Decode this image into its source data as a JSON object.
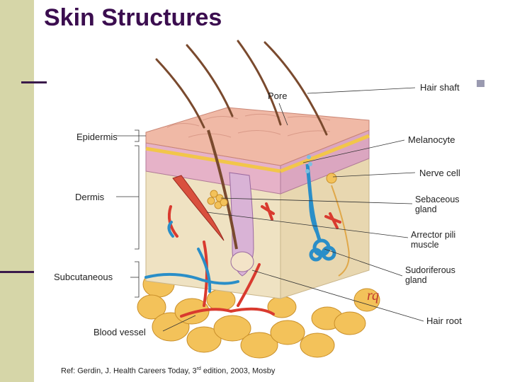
{
  "slide": {
    "title": "Skin Structures"
  },
  "labels_left": {
    "epidermis": "Epidermis",
    "dermis": "Dermis",
    "subcutaneous": "Subcutaneous",
    "blood_vessel": "Blood vessel"
  },
  "labels_right": {
    "pore": "Pore",
    "hair_shaft": "Hair shaft",
    "melanocyte": "Melanocyte",
    "nerve_cell": "Nerve cell",
    "sebaceous_1": "Sebaceous",
    "sebaceous_2": "gland",
    "arrector_1": "Arrector pili",
    "arrector_2": "muscle",
    "sudoriferous_1": "Sudoriferous",
    "sudoriferous_2": "gland",
    "hair_root": "Hair root"
  },
  "signature": "rq",
  "reference": {
    "prefix": "Ref:  Gerdin, J.  Health Careers Today, 3",
    "sup": "rd",
    "suffix": " edition, 2003, Mosby"
  },
  "colors": {
    "title": "#3b0d4f",
    "side_bar": "#d6d6a8",
    "rule": "#3a1a4a",
    "epidermis": "#f0b9a6",
    "dermis": "#efe2c2",
    "fat": "#f3c25a",
    "artery": "#d93a2f",
    "vein": "#2a8ec8",
    "hair": "#7a4a2e"
  }
}
